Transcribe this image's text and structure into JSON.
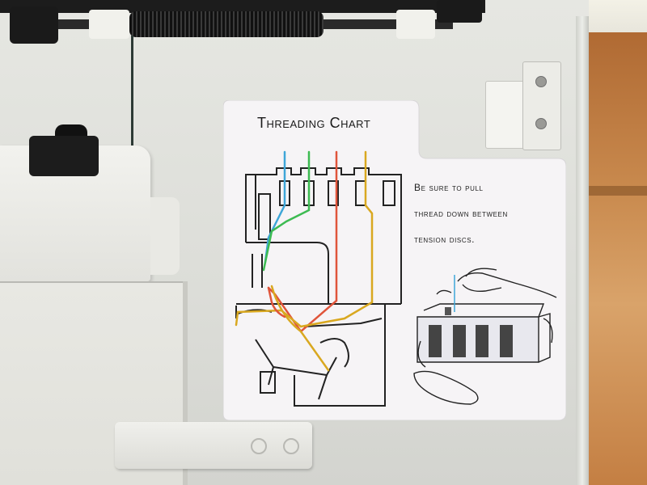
{
  "chart": {
    "title": "Threading Chart",
    "instruction_lines": [
      "Be sure to pull",
      "thread down between",
      "tension discs."
    ]
  },
  "colors": {
    "thread_blue": "#3ea6d8",
    "thread_green": "#3dbb52",
    "thread_red": "#e0543a",
    "thread_yellow": "#d9a820",
    "sticker_bg": "#f6f4f6",
    "panel_bg": "#dcddd8",
    "wood": "#c98a4e"
  },
  "icons": {
    "threading_diagram": "serger-threading-diagram",
    "hand_illustration": "hand-pulling-thread-illustration",
    "tension_discs": "tension-discs-icon"
  }
}
